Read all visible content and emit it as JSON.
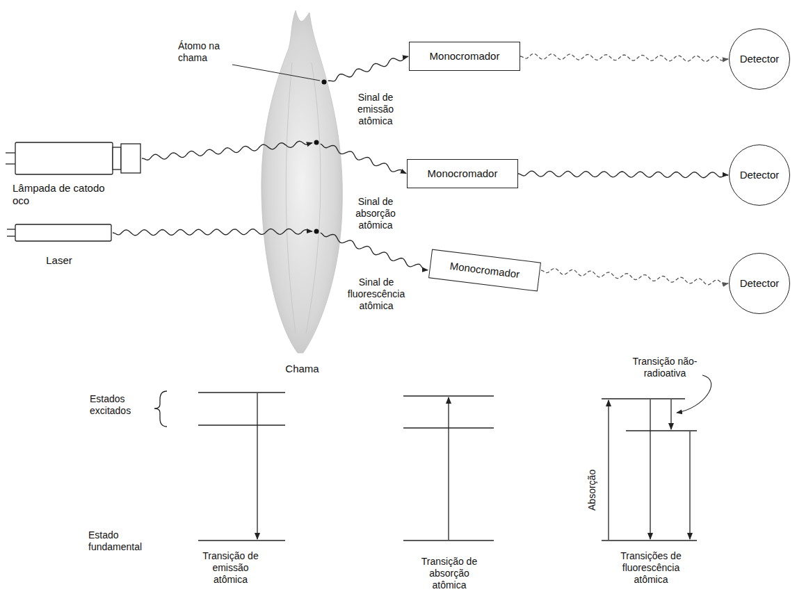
{
  "diagram": {
    "nodes": [
      {
        "text": [
          "Chama"
        ]
      },
      {
        "text": [
          "Lâmpada de catodo oco"
        ]
      },
      {
        "text": [
          "Laser"
        ]
      },
      {
        "text": [
          "Monocromador"
        ]
      },
      {
        "text": [
          "Detector"
        ]
      },
      {
        "text": [
          "Monocromador"
        ]
      },
      {
        "text": [
          "Detector"
        ]
      },
      {
        "text": [
          "Monocromador"
        ]
      },
      {
        "text": [
          "Detector"
        ]
      }
    ],
    "edges": [
      {
        "from": 0,
        "to": 3,
        "label": "Sinal de emissão atômica",
        "arrow": "to"
      },
      {
        "from": 3,
        "to": 4,
        "arrow": "to"
      },
      {
        "from": 1,
        "to": 0,
        "arrow": "to"
      },
      {
        "from": 0,
        "to": 5,
        "label": "Sinal de absorção atômica",
        "arrow": "to"
      },
      {
        "from": 5,
        "to": 6,
        "arrow": "to"
      },
      {
        "from": 2,
        "to": 0,
        "arrow": "to"
      },
      {
        "from": 0,
        "to": 7,
        "label": "Sinal de fluorescência atômica",
        "arrow": "to"
      },
      {
        "from": 7,
        "to": 8,
        "arrow": "to"
      }
    ],
    "labels": [
      "Átomo na chama",
      "Estados excitados",
      "Estado fundamental",
      "Transição de emissão atômica",
      "Transição de absorção atômica",
      "Transição não-radioativa",
      "Absorção",
      "Transições de fluorescência atômica"
    ]
  }
}
